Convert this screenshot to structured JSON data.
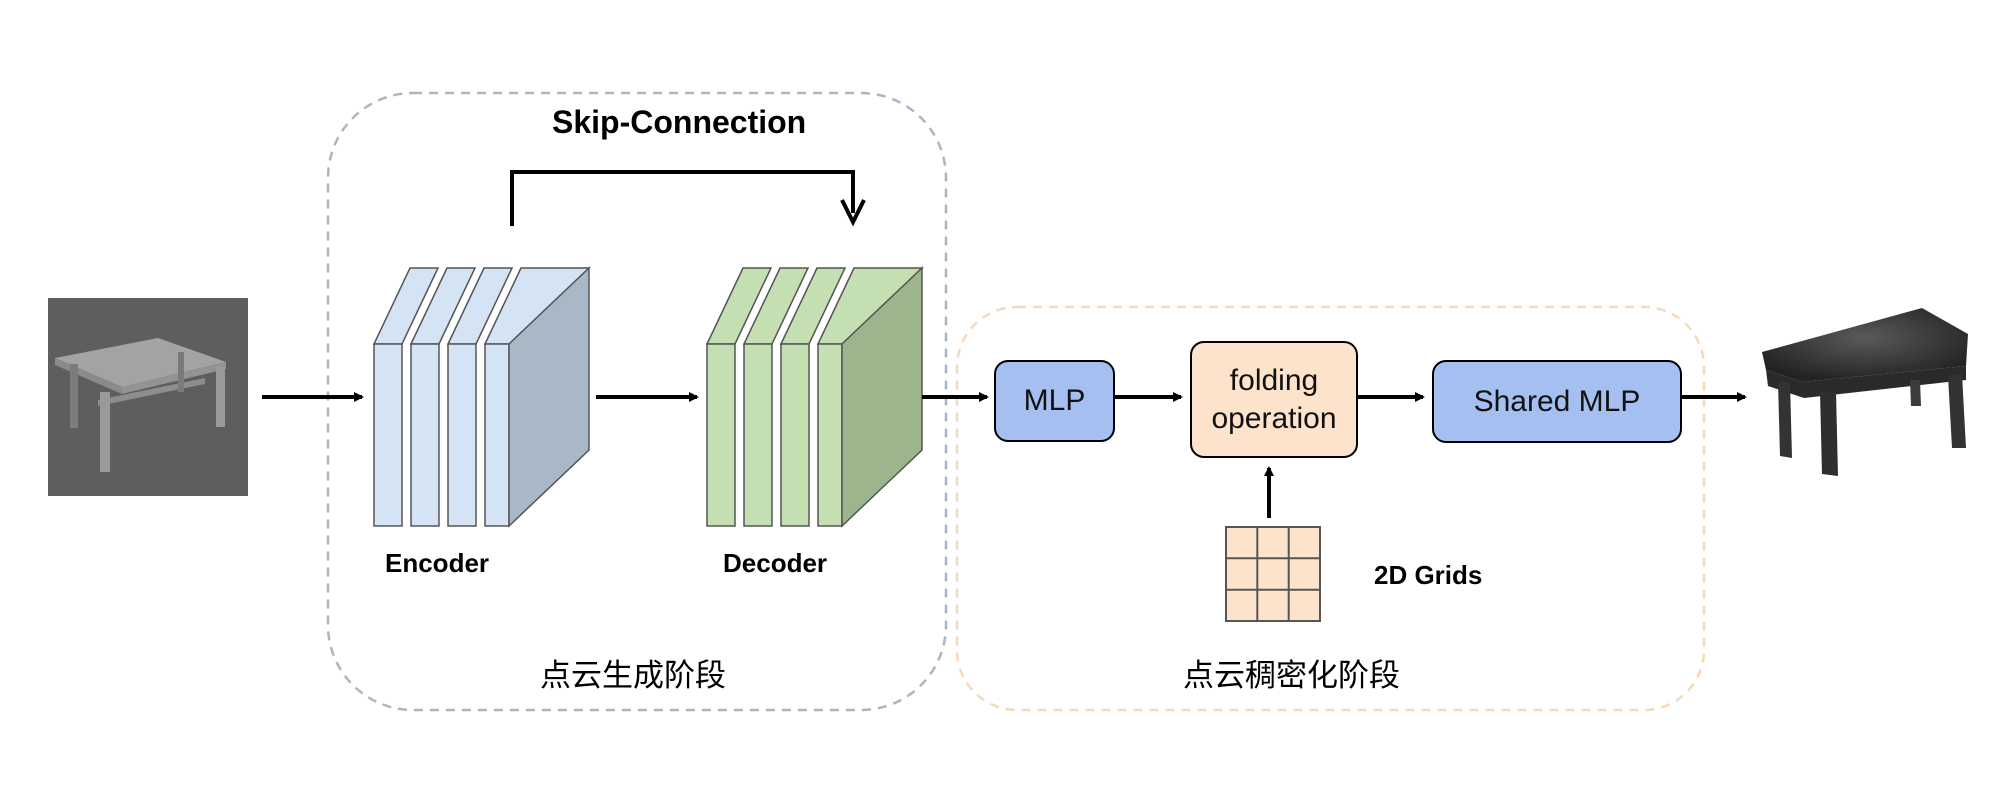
{
  "colors": {
    "mlp_fill": "#a4bff0",
    "folding_fill": "#fde3cc",
    "encoder_fill": "#d5e4f4",
    "encoder_side": "#a9b8c6",
    "decoder_fill": "#c4dfb2",
    "decoder_side": "#9cb58c",
    "stage1_border": "#a9b6c4",
    "stage2_border": "#f6d9bb",
    "grid_fill": "#fde3cc"
  },
  "stage1": {
    "skip_connection_label": "Skip-Connection",
    "encoder_label": "Encoder",
    "decoder_label": "Decoder",
    "stage_label": "点云生成阶段"
  },
  "stage2": {
    "mlp_label": "MLP",
    "folding_label_line1": "folding",
    "folding_label_line2": "operation",
    "shared_mlp_label": "Shared MLP",
    "grids_label": "2D Grids",
    "stage_label": "点云稠密化阶段"
  }
}
